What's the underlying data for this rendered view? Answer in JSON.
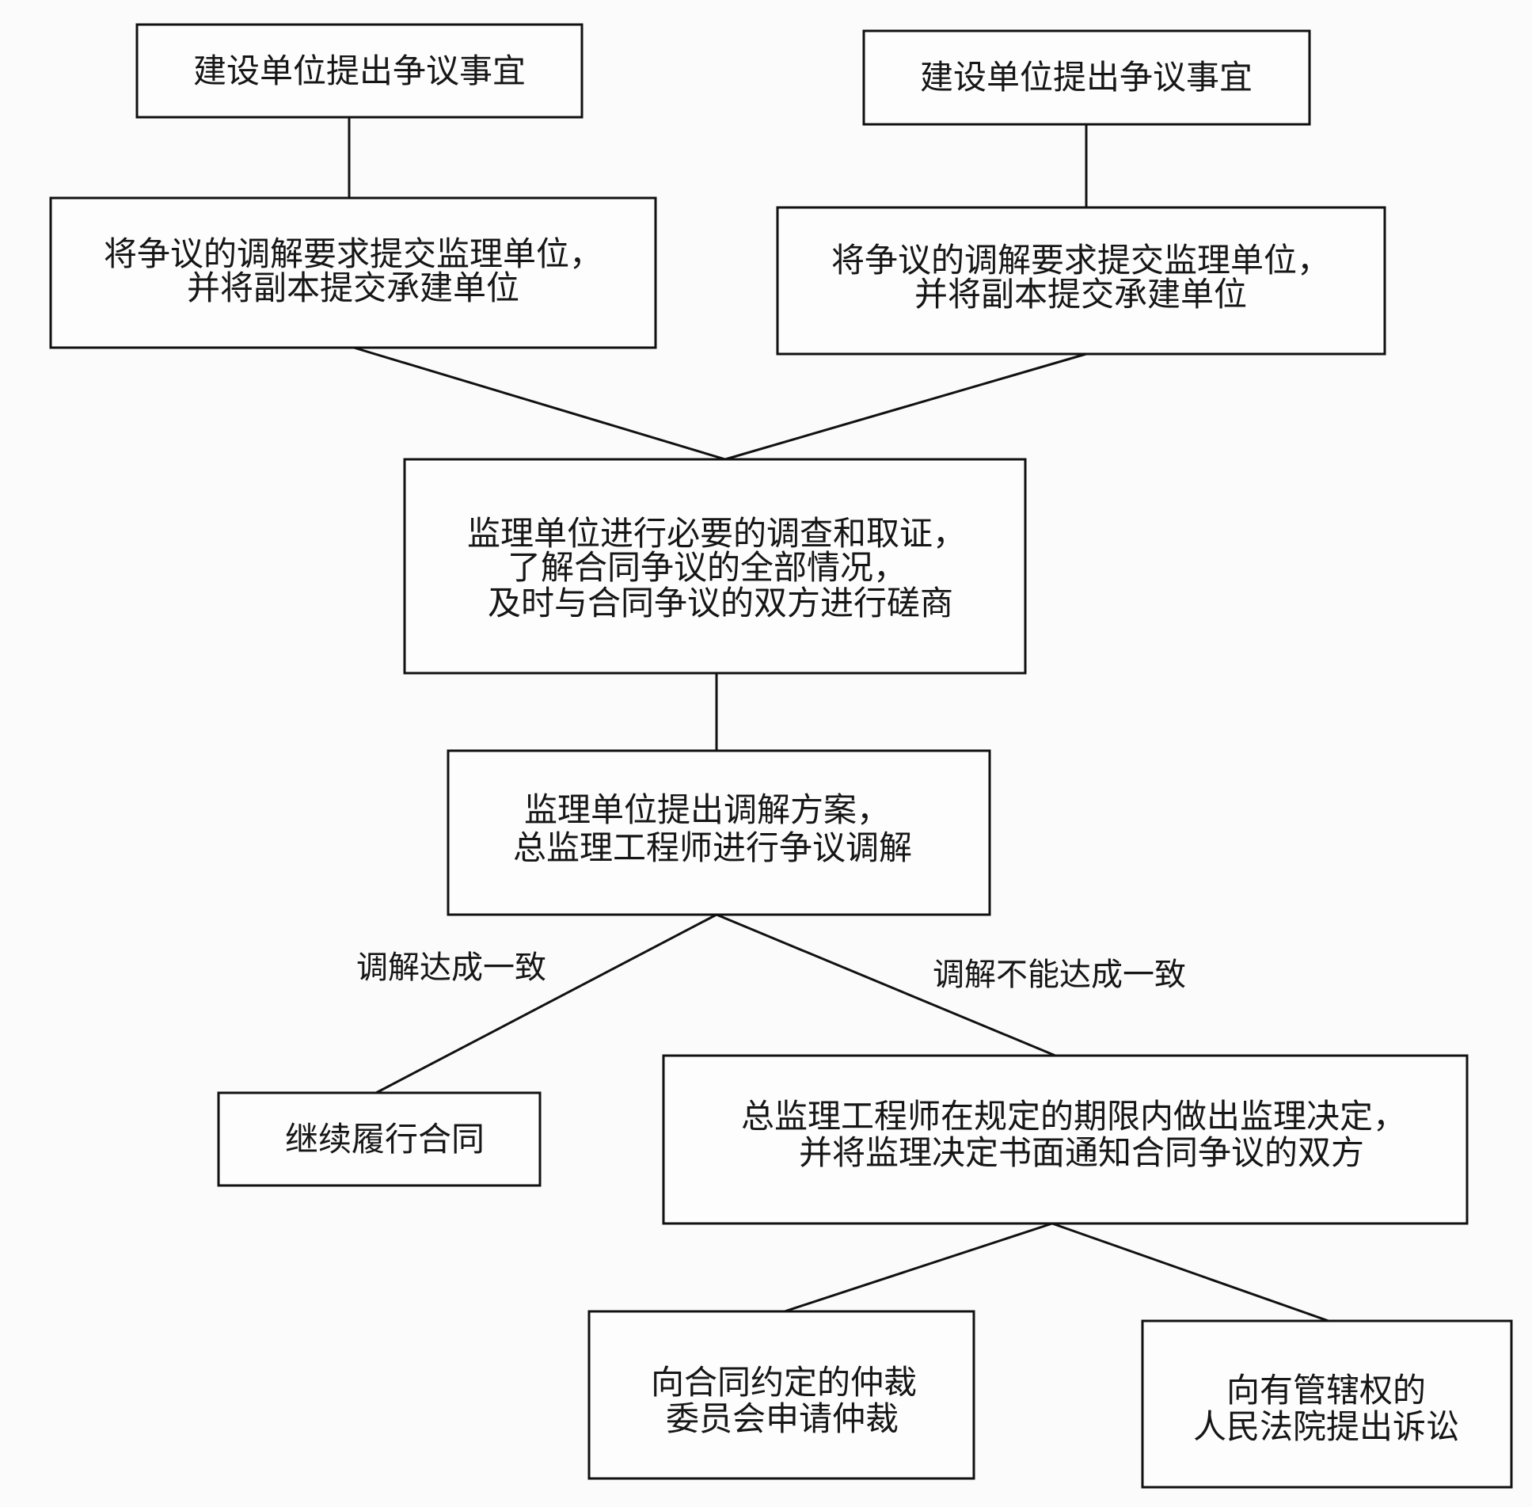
{
  "nodes": {
    "owner_raise_left": {
      "lines": [
        "建设单位提出争议事宜"
      ]
    },
    "owner_raise_right": {
      "lines": [
        "建设单位提出争议事宜"
      ]
    },
    "submit_left": {
      "lines": [
        "将争议的调解要求提交监理单位，",
        "并将副本提交承建单位"
      ]
    },
    "submit_right": {
      "lines": [
        "将争议的调解要求提交监理单位，",
        "并将副本提交承建单位"
      ]
    },
    "investigate": {
      "lines": [
        "监理单位进行必要的调查和取证，",
        "了解合同争议的全部情况，",
        "及时与合同争议的双方进行磋商"
      ]
    },
    "mediate": {
      "lines": [
        "监理单位提出调解方案，",
        "总监理工程师进行争议调解"
      ]
    },
    "continue": {
      "lines": [
        "继续履行合同"
      ]
    },
    "decision": {
      "lines": [
        "总监理工程师在规定的期限内做出监理决定，",
        "并将监理决定书面通知合同争议的双方"
      ]
    },
    "arbitration": {
      "lines": [
        "向合同约定的仲裁",
        "委员会申请仲裁"
      ]
    },
    "litigation": {
      "lines": [
        "向有管辖权的",
        "人民法院提出诉讼"
      ]
    }
  },
  "edge_labels": {
    "agree": "调解达成一致",
    "disagree": "调解不能达成一致"
  }
}
